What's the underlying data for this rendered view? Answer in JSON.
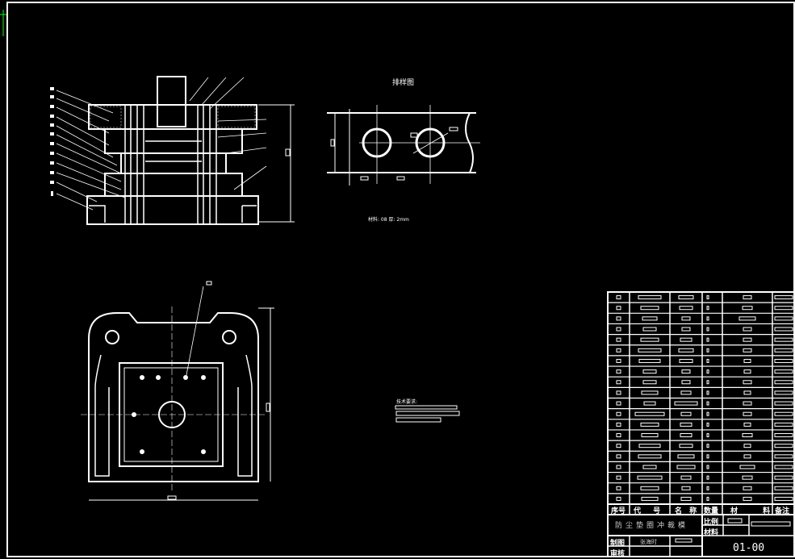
{
  "drawing": {
    "layout_title": "排样图",
    "material_note": "材料: 08   厚: 2mm",
    "tech_req_title": "技术要求:",
    "colors": {
      "background": "#000000",
      "lines": "#ffffff"
    }
  },
  "bom": {
    "headers": [
      "序号",
      "代 号",
      "名 称",
      "数量",
      "材 料",
      "备注"
    ],
    "row_count": 20
  },
  "title_block": {
    "name": "防尘垫圈冲裁模",
    "scale_label": "比例",
    "material_label": "材料",
    "drawn_label": "制图",
    "drawn_by": "张海时",
    "check_label": "审核",
    "drawing_no": "01-00"
  }
}
